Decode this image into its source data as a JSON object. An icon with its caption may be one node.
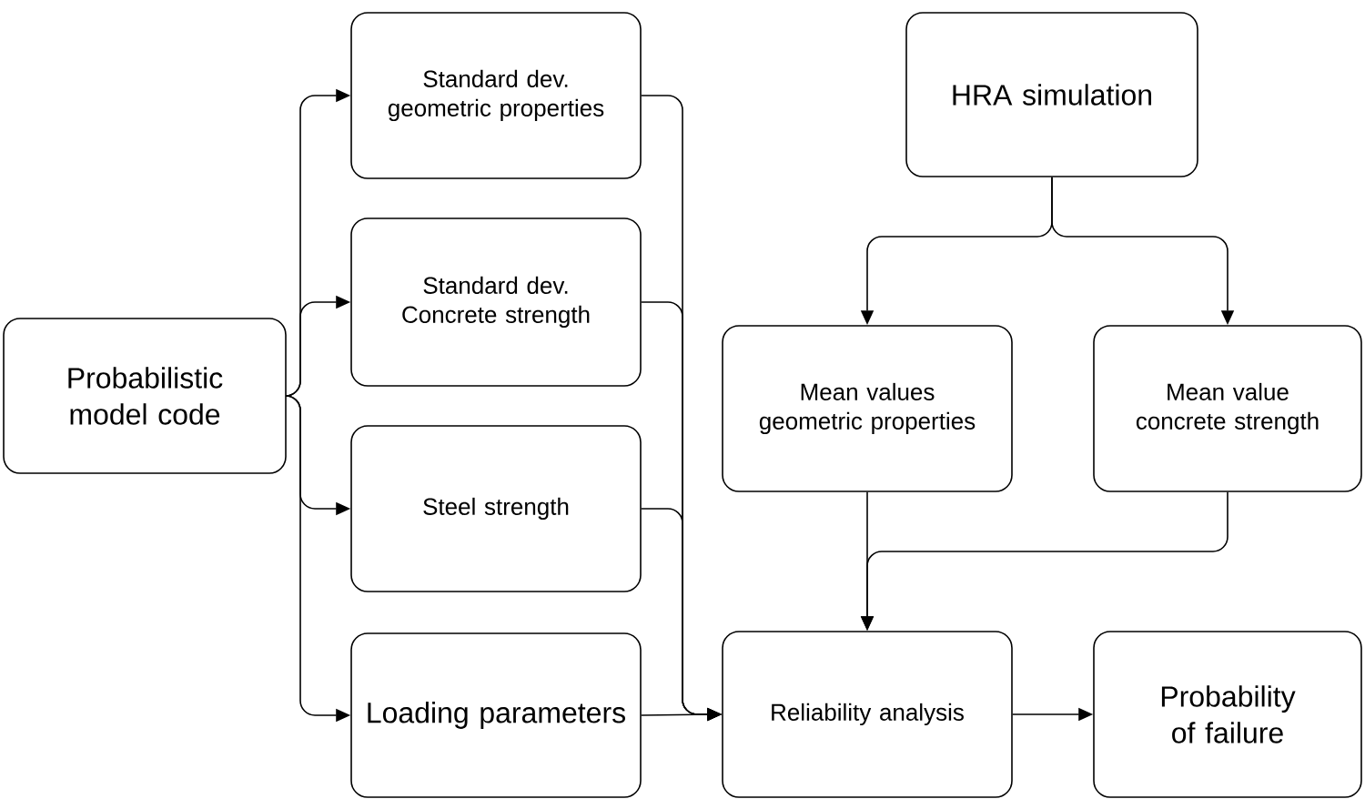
{
  "diagram": {
    "nodes": [
      {
        "text": [
          "Probabilistic model code"
        ]
      },
      {
        "text": [
          "Standard dev. geometric properties"
        ]
      },
      {
        "text": [
          "Standard dev. Concrete strength"
        ]
      },
      {
        "text": [
          "Steel strength"
        ]
      },
      {
        "text": [
          "Loading parameters"
        ]
      },
      {
        "text": [
          "HRA simulation"
        ]
      },
      {
        "text": [
          "Mean values geometric properties"
        ]
      },
      {
        "text": [
          "Mean value concrete strength"
        ]
      },
      {
        "text": [
          "Reliability analysis"
        ]
      },
      {
        "text": [
          "Probability of failure"
        ]
      }
    ],
    "edges": [
      {
        "from": 0,
        "to": 1,
        "arrow": "to"
      },
      {
        "from": 0,
        "to": 2,
        "arrow": "to"
      },
      {
        "from": 0,
        "to": 3,
        "arrow": "to"
      },
      {
        "from": 0,
        "to": 4,
        "arrow": "to"
      },
      {
        "from": 1,
        "to": 8,
        "arrow": "to"
      },
      {
        "from": 2,
        "to": 8,
        "arrow": "to"
      },
      {
        "from": 3,
        "to": 8,
        "arrow": "to"
      },
      {
        "from": 4,
        "to": 8,
        "arrow": "to"
      },
      {
        "from": 5,
        "to": 6,
        "arrow": "to"
      },
      {
        "from": 5,
        "to": 7,
        "arrow": "to"
      },
      {
        "from": 6,
        "to": 8,
        "arrow": "to"
      },
      {
        "from": 7,
        "to": 8,
        "arrow": "to"
      },
      {
        "from": 8,
        "to": 9,
        "arrow": "to"
      }
    ]
  }
}
